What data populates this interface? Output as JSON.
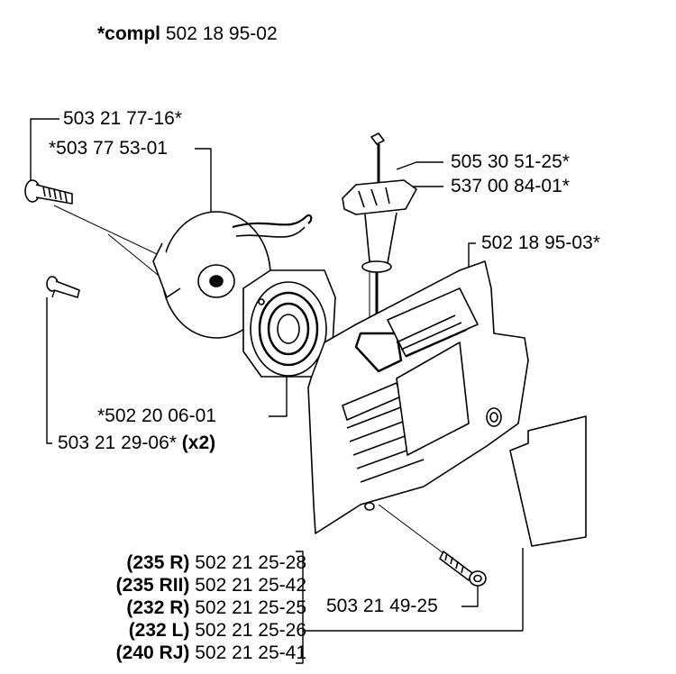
{
  "header": {
    "prefix": "*compl",
    "part": "502 18 95-02"
  },
  "callouts": {
    "bolt_top": "503 21 77-16*",
    "pulley": "*503 77 53-01",
    "rope": "505 30 51-25*",
    "handle": "537 00 84-01*",
    "cover": "502 18 95-03*",
    "spring": "*502 20 06-01",
    "bolt_left": "503 21 29-06*",
    "bolt_left_qty": "(x2)",
    "screw_bottom": "503 21 49-25"
  },
  "decals": [
    {
      "model": "(235 R)",
      "part": "502 21 25-28"
    },
    {
      "model": "(235 RII)",
      "part": "502 21 25-42"
    },
    {
      "model": "(232 R)",
      "part": "502 21 25-25"
    },
    {
      "model": "(232 L)",
      "part": "502 21 25-26"
    },
    {
      "model": "(240 RJ)",
      "part": "502 21 25-41"
    }
  ]
}
